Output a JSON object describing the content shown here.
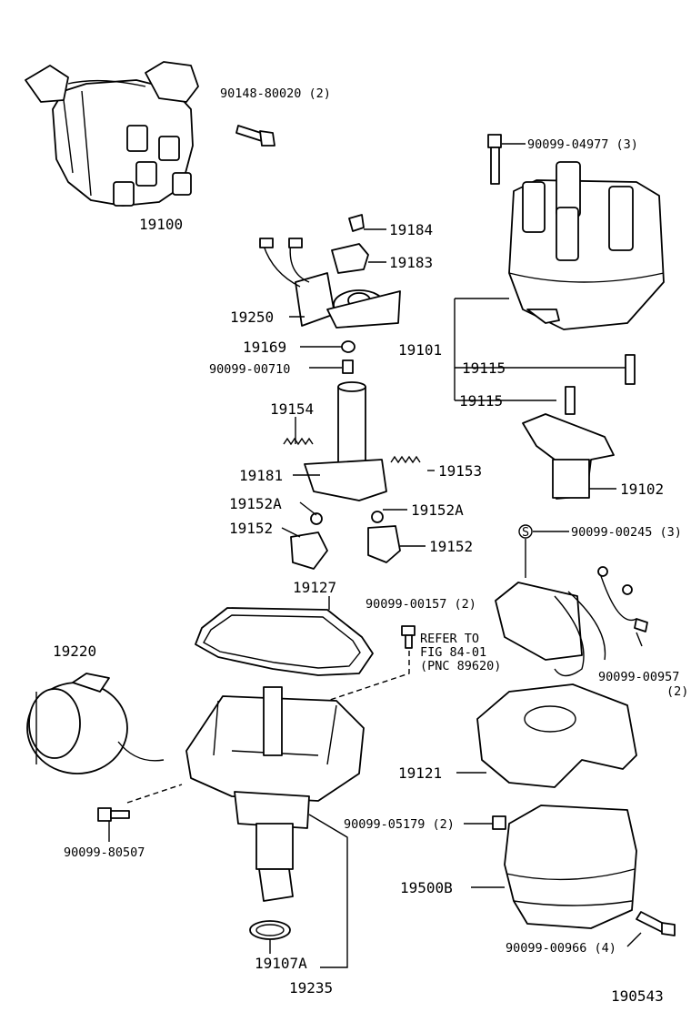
{
  "diagram_id": "190543",
  "labels": [
    {
      "id": "l-90148",
      "text": "90148-80020 (2)"
    },
    {
      "id": "l-19100",
      "text": "19100"
    },
    {
      "id": "l-90099-04977",
      "text": "90099-04977 (3)"
    },
    {
      "id": "l-19184",
      "text": "19184"
    },
    {
      "id": "l-19183",
      "text": "19183"
    },
    {
      "id": "l-19250",
      "text": "19250"
    },
    {
      "id": "l-19169",
      "text": "19169"
    },
    {
      "id": "l-90099-00710",
      "text": "90099-00710"
    },
    {
      "id": "l-19101",
      "text": "19101"
    },
    {
      "id": "l-19115a",
      "text": "19115"
    },
    {
      "id": "l-19115b",
      "text": "19115"
    },
    {
      "id": "l-19154",
      "text": "19154"
    },
    {
      "id": "l-19181",
      "text": "19181"
    },
    {
      "id": "l-19153",
      "text": "19153"
    },
    {
      "id": "l-19102",
      "text": "19102"
    },
    {
      "id": "l-19152Aa",
      "text": "19152A"
    },
    {
      "id": "l-19152Ab",
      "text": "19152A"
    },
    {
      "id": "l-19152a",
      "text": "19152"
    },
    {
      "id": "l-19152b",
      "text": "19152"
    },
    {
      "id": "l-s",
      "text": "S"
    },
    {
      "id": "l-90099-00245",
      "text": "90099-00245 (3)"
    },
    {
      "id": "l-19127",
      "text": "19127"
    },
    {
      "id": "l-90099-00157",
      "text": "90099-00157 (2)"
    },
    {
      "id": "l-refer1",
      "text": "REFER TO"
    },
    {
      "id": "l-refer2",
      "text": "FIG 84-01"
    },
    {
      "id": "l-refer3",
      "text": "(PNC 89620)"
    },
    {
      "id": "l-19220",
      "text": "19220"
    },
    {
      "id": "l-90099-00957",
      "text": "90099-00957"
    },
    {
      "id": "l-00957-qty",
      "text": "(2)"
    },
    {
      "id": "l-19121",
      "text": "19121"
    },
    {
      "id": "l-90099-05179",
      "text": "90099-05179 (2)"
    },
    {
      "id": "l-90099-80507",
      "text": "90099-80507"
    },
    {
      "id": "l-19500B",
      "text": "19500B"
    },
    {
      "id": "l-90099-00966",
      "text": "90099-00966 (4)"
    },
    {
      "id": "l-19107A",
      "text": "19107A"
    },
    {
      "id": "l-19235",
      "text": "19235"
    },
    {
      "id": "l-190543",
      "text": "190543"
    }
  ]
}
